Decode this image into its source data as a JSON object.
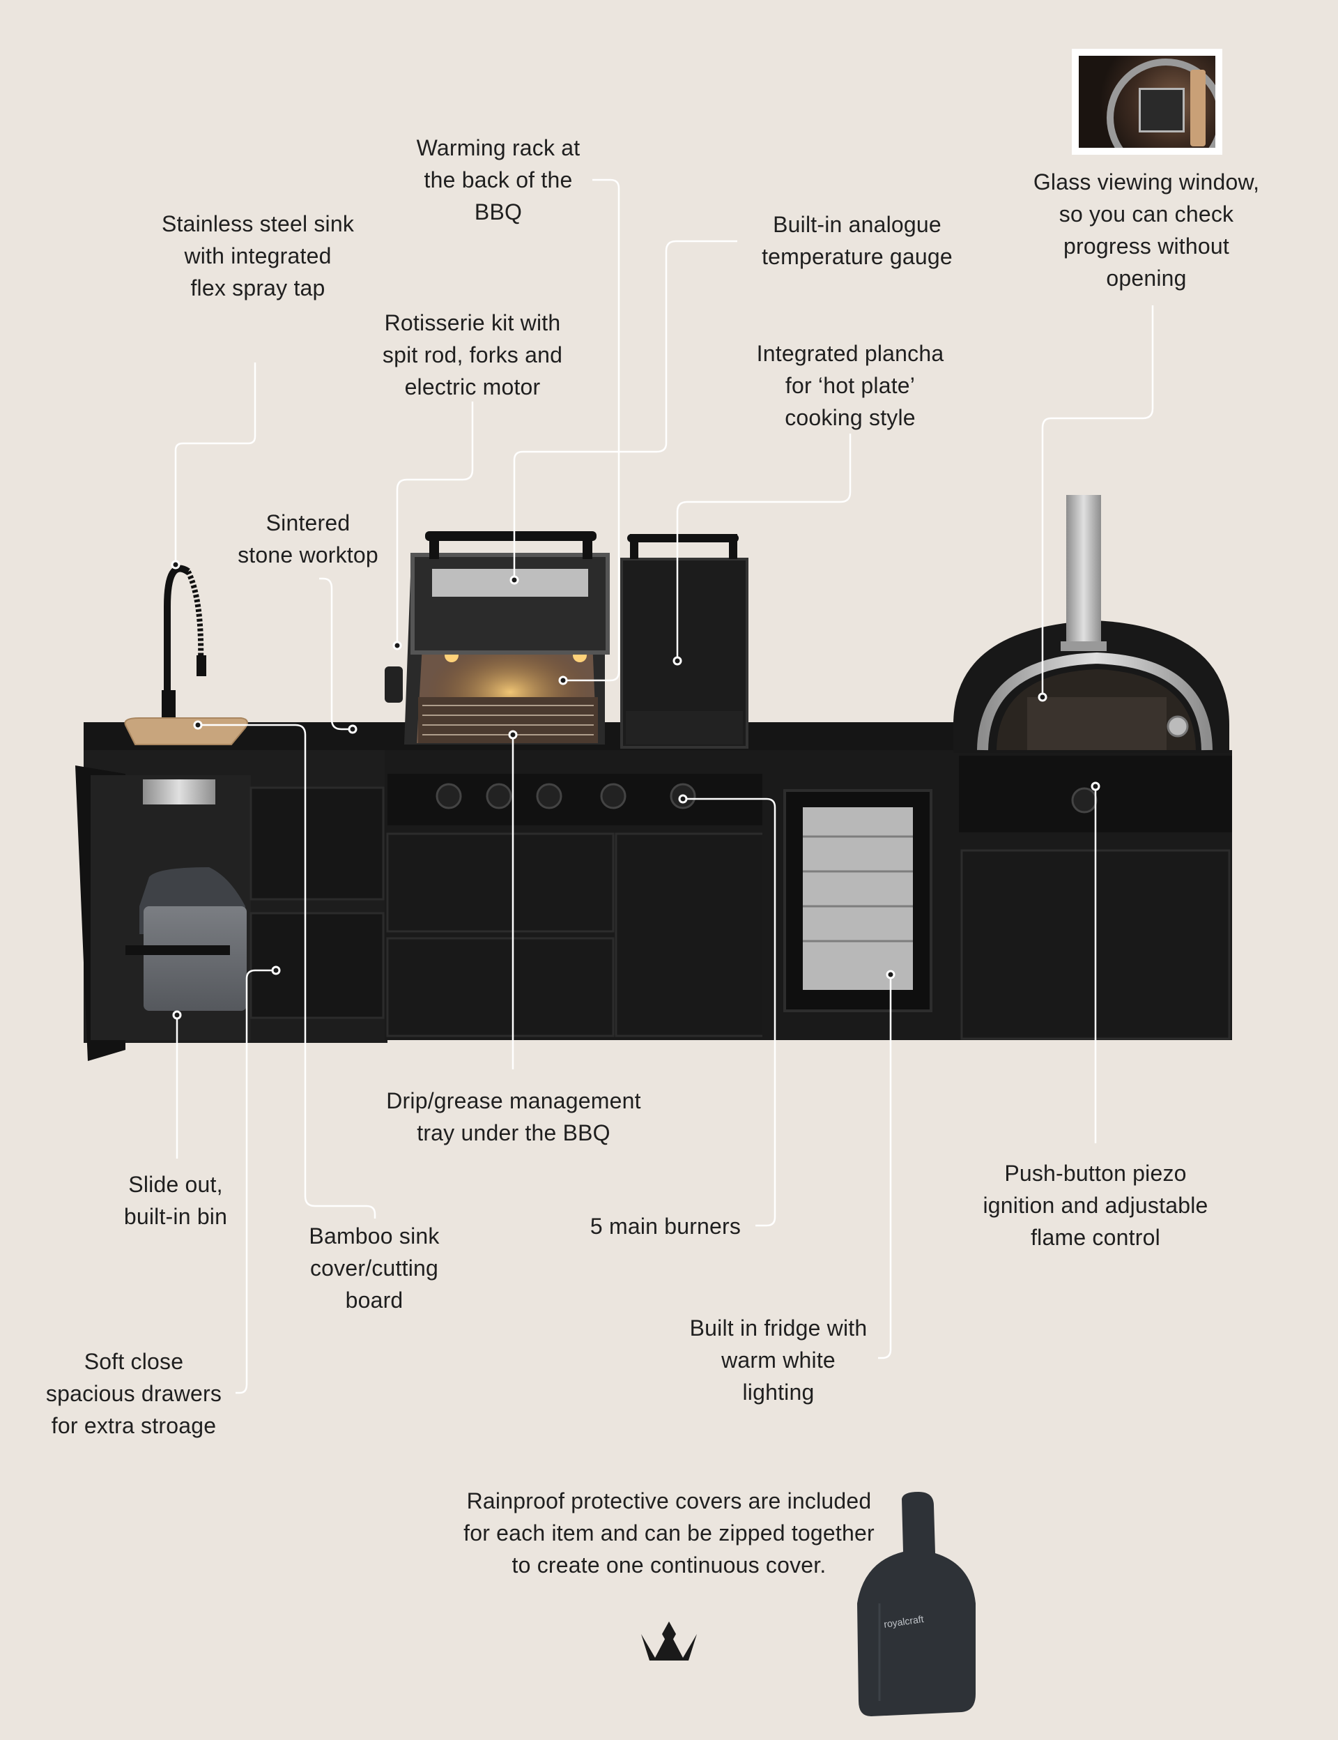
{
  "labels": {
    "sink": "Stainless steel sink\nwith integrated\nflex spray tap",
    "warming_rack": "Warming rack at\nthe back of the\nBBQ",
    "gauge": "Built-in analogue\ntemperature gauge",
    "window": "Glass viewing window,\nso you can check\nprogress without\nopening",
    "rotisserie": "Rotisserie kit with\nspit rod, forks and\nelectric motor",
    "plancha": "Integrated plancha\nfor ‘hot plate’\ncooking style",
    "worktop": "Sintered\nstone worktop",
    "drip": "Drip/grease management\ntray under the BBQ",
    "piezo": "Push-button piezo\nignition and adjustable\nflame control",
    "bin": "Slide out,\nbuilt-in bin",
    "bamboo": "Bamboo sink\ncover/cutting\nboard",
    "burners": "5 main burners",
    "fridge": "Built in fridge with\nwarm white\nlighting",
    "drawers": "Soft close\nspacious drawers\nfor extra stroage",
    "covers": "Rainproof protective covers are included\nfor each item and can be zipped together\nto create one continuous cover."
  },
  "cover_brand": "royalcraft",
  "icons": {
    "logo": "crown-logo-icon"
  },
  "colors": {
    "background": "#ebe5de",
    "text": "#1f1f1f",
    "line": "#ffffff",
    "unit": "#141414"
  }
}
